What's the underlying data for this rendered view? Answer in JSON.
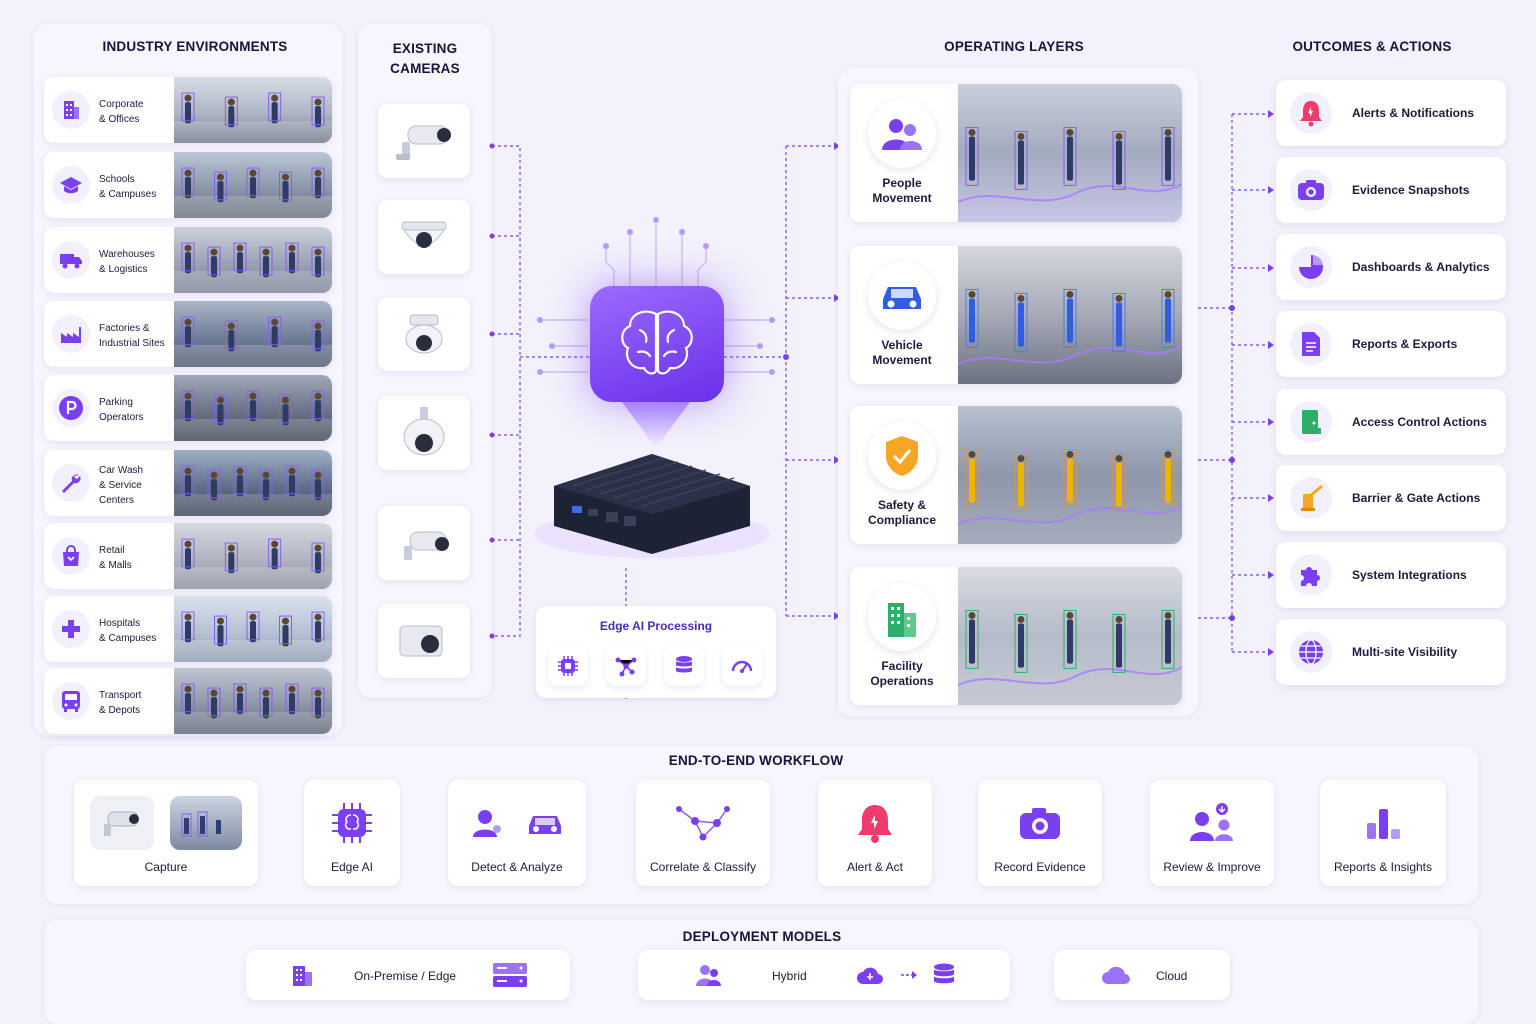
{
  "sections": {
    "industry": "INDUSTRY ENVIRONMENTS",
    "cameras": "EXISTING\nCAMERAS",
    "operating": "OPERATING LAYERS",
    "outcomes": "OUTCOMES & ACTIONS",
    "workflow": "END-TO-END WORKFLOW",
    "deployment": "DEPLOYMENT MODELS"
  },
  "industries": [
    {
      "line1": "Corporate",
      "line2": "& Offices",
      "line3": "",
      "icon": "building-icon"
    },
    {
      "line1": "Schools",
      "line2": "& Campuses",
      "line3": "",
      "icon": "graduation-cap-icon"
    },
    {
      "line1": "Warehouses",
      "line2": "& Logistics",
      "line3": "",
      "icon": "truck-icon"
    },
    {
      "line1": "Factories &",
      "line2": "Industrial Sites",
      "line3": "",
      "icon": "factory-icon"
    },
    {
      "line1": "Parking",
      "line2": "Operators",
      "line3": "",
      "icon": "parking-icon"
    },
    {
      "line1": "Car Wash",
      "line2": "& Service",
      "line3": "Centers",
      "icon": "wrench-icon"
    },
    {
      "line1": "Retail",
      "line2": "& Malls",
      "line3": "",
      "icon": "shopping-bag-icon"
    },
    {
      "line1": "Hospitals",
      "line2": "& Campuses",
      "line3": "",
      "icon": "medical-cross-icon"
    },
    {
      "line1": "Transport",
      "line2": "& Depots",
      "line3": "",
      "icon": "bus-icon"
    }
  ],
  "edge": {
    "label": "Edge AI Processing",
    "icons": [
      "chip-icon",
      "network-icon",
      "database-icon",
      "gauge-icon"
    ]
  },
  "operating_layers": [
    {
      "line1": "People",
      "line2": "Movement",
      "icon": "people-icon"
    },
    {
      "line1": "Vehicle",
      "line2": "Movement",
      "icon": "car-icon"
    },
    {
      "line1": "Safety &",
      "line2": "Compliance",
      "icon": "shield-icon"
    },
    {
      "line1": "Facility",
      "line2": "Operations",
      "icon": "buildings-icon"
    }
  ],
  "outcomes": [
    {
      "label": "Alerts & Notifications",
      "icon": "bell-icon",
      "color": "#ee3b6a"
    },
    {
      "label": "Evidence Snapshots",
      "icon": "camera-icon",
      "color": "#7b3ff2"
    },
    {
      "label": "Dashboards & Analytics",
      "icon": "pie-chart-icon",
      "color": "#7b3ff2"
    },
    {
      "label": "Reports & Exports",
      "icon": "document-icon",
      "color": "#7b3ff2"
    },
    {
      "label": "Access Control Actions",
      "icon": "door-icon",
      "color": "#2fae6a"
    },
    {
      "label": "Barrier & Gate Actions",
      "icon": "barrier-icon",
      "color": "#f5a623"
    },
    {
      "label": "System Integrations",
      "icon": "puzzle-icon",
      "color": "#7b3ff2"
    },
    {
      "label": "Multi-site Visibility",
      "icon": "globe-icon",
      "color": "#7b3ff2"
    }
  ],
  "workflow": [
    {
      "label": "Capture"
    },
    {
      "label": "Edge AI"
    },
    {
      "label": "Detect & Analyze"
    },
    {
      "label": "Correlate & Classify"
    },
    {
      "label": "Alert & Act"
    },
    {
      "label": "Record Evidence"
    },
    {
      "label": "Review & Improve"
    },
    {
      "label": "Reports & Insights"
    }
  ],
  "deployment": [
    {
      "label": "On-Premise / Edge"
    },
    {
      "label": "Hybrid"
    },
    {
      "label": "Cloud"
    }
  ],
  "colors": {
    "accent": "#7b3ff2",
    "accent_light": "#efeafe",
    "alert": "#ee3b6a",
    "safety": "#f5a623",
    "facility": "#2fae6a"
  }
}
